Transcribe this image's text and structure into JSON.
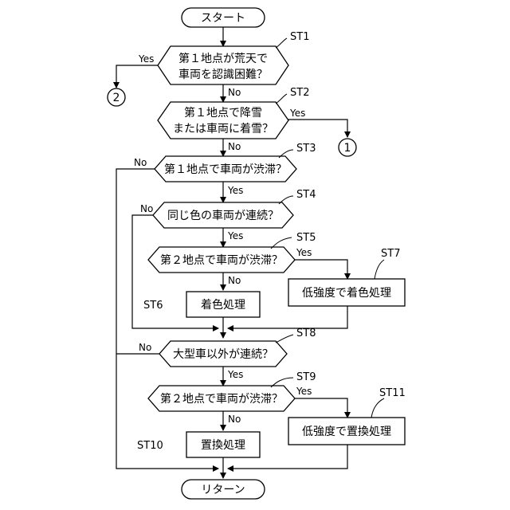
{
  "start": "スタート",
  "end": "リターン",
  "st1": {
    "step": "ST1",
    "line1": "第１地点が荒天で",
    "line2": "車両を認識困難？"
  },
  "st2": {
    "step": "ST2",
    "line1": "第１地点で降雪",
    "line2": "または車両に着雪？"
  },
  "st3": {
    "step": "ST3",
    "text": "第１地点で車両が渋滞？"
  },
  "st4": {
    "step": "ST4",
    "text": "同じ色の車両が連続？"
  },
  "st5": {
    "step": "ST5",
    "text": "第２地点で車両が渋滞？"
  },
  "st6": {
    "step": "ST6",
    "text": "着色処理"
  },
  "st7": {
    "step": "ST7",
    "text": "低強度で着色処理"
  },
  "st8": {
    "step": "ST8",
    "text": "大型車以外が連続？"
  },
  "st9": {
    "step": "ST9",
    "text": "第２地点で車両が渋滞？"
  },
  "st10": {
    "step": "ST10",
    "text": "置換処理"
  },
  "st11": {
    "step": "ST11",
    "text": "低強度で置換処理"
  },
  "connector_1": "1",
  "connector_2": "2",
  "labels": {
    "yes": "Yes",
    "no": "No"
  }
}
